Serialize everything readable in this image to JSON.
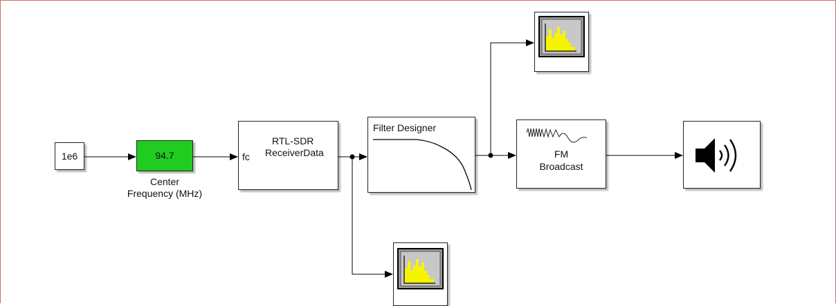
{
  "constant_block": {
    "value": "1e6"
  },
  "gain_block": {
    "value": "94.7",
    "color": "#1fcc1f",
    "label_line1": "Center",
    "label_line2": "Frequency (MHz)"
  },
  "rtlsdr_block": {
    "title": "RTL-SDR",
    "input_port": "fc",
    "output_port": "ReceiverData"
  },
  "filter_block": {
    "title": "Filter Designer"
  },
  "fm_block": {
    "line1": "FM",
    "line2": "Broadcast"
  },
  "spectrum_scope_icon": "spectrum-analyzer-icon",
  "speaker_icon": "speaker-icon",
  "colors": {
    "wire": "#000000",
    "canvas_border": "#d86a6a",
    "scope_bar": "#f5f500",
    "scope_bg": "#bdbdbd",
    "gain_fill": "#1fcc1f"
  }
}
